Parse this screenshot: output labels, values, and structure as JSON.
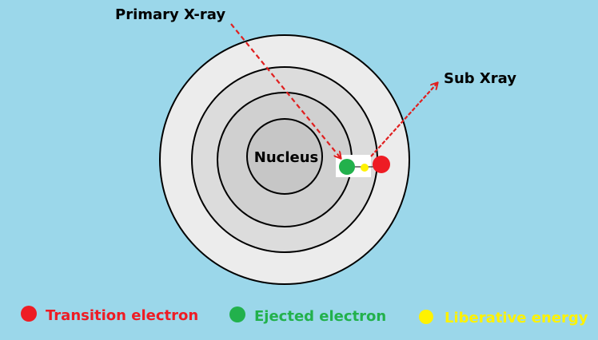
{
  "colors": {
    "background": "#9bd7ea",
    "shell_outer": "#ececec",
    "shell_2": "#dcdcdc",
    "shell_3": "#d0d0d0",
    "nucleus": "#c6c6c6",
    "outline": "#000000",
    "arrow": "#e02020",
    "transition_electron": "#ee1c24",
    "ejected_electron": "#22b14c",
    "liberative_energy": "#fff200",
    "highlight_box": "#ffffff"
  },
  "labels": {
    "nucleus": "Nucleus",
    "primary_xray": "Primary X-ray",
    "sub_xray": "Sub Xray"
  },
  "legend": [
    {
      "name": "transition",
      "label": "Transition electron",
      "color": "#ee1c24"
    },
    {
      "name": "ejected",
      "label": "Ejected electron",
      "color": "#22b14c"
    },
    {
      "name": "liberative",
      "label": "Liberative energy",
      "color": "#fff200"
    }
  ]
}
